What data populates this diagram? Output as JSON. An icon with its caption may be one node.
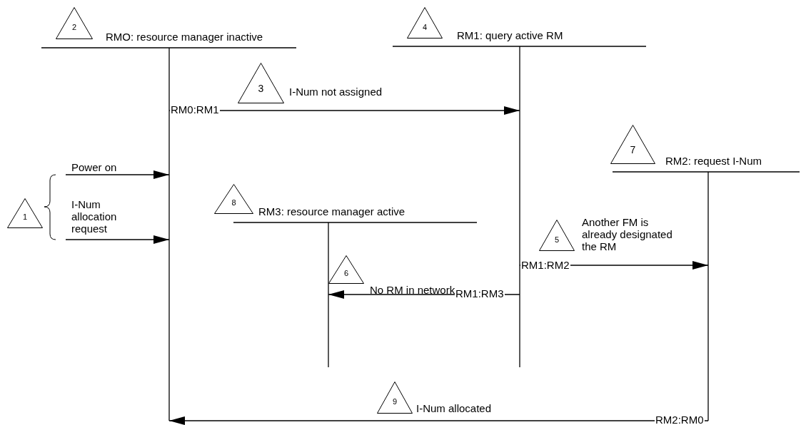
{
  "diagram": {
    "nodes": [
      {
        "text": [
          "RMO: resource manager inactive"
        ]
      },
      {
        "text": [
          "RM1: query active RM"
        ]
      },
      {
        "text": [
          "RM2: request I-Num"
        ]
      },
      {
        "text": [
          "RM3: resource manager active"
        ]
      }
    ],
    "edges": [
      {
        "from": null,
        "to": 0,
        "arrow": "to",
        "label": "Power on"
      },
      {
        "from": null,
        "to": 0,
        "arrow": "to",
        "label": "I-Num allocation request"
      },
      {
        "from": 0,
        "to": 1,
        "arrow": "to",
        "label": "I-Num not assigned"
      },
      {
        "from": 1,
        "to": 2,
        "arrow": "to",
        "label": "Another FM is already designated the RM"
      },
      {
        "from": 1,
        "to": 3,
        "arrow": "to",
        "label": "No RM in network"
      },
      {
        "from": 2,
        "to": 0,
        "arrow": "to",
        "label": "I-Num allocated"
      }
    ],
    "labels": [
      "2",
      "4",
      "3",
      "RM0:RM1",
      "7",
      "1",
      "8",
      "5",
      "RM1:RM2",
      "6",
      "RM1:RM3",
      "9",
      "RM2:RM0"
    ]
  }
}
